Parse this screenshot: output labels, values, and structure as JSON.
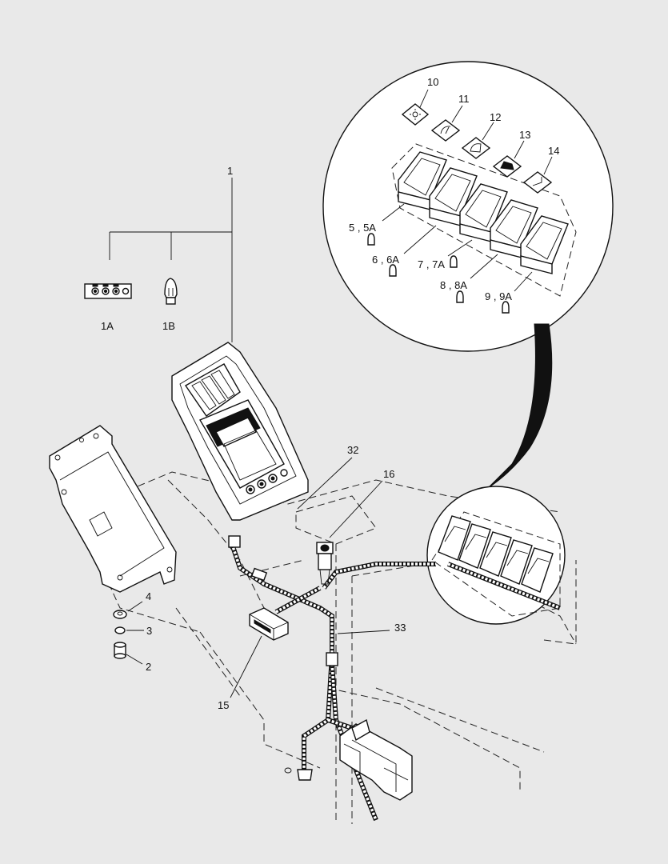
{
  "diagram": {
    "callouts": {
      "c1": "1",
      "c1a": "1A",
      "c1b": "1B",
      "c2": "2",
      "c3": "3",
      "c4": "4",
      "c5": "5 , 5A",
      "c6": "6 , 6A",
      "c7": "7 , 7A",
      "c8": "8 , 8A",
      "c9": "9 , 9A",
      "c10": "10",
      "c11": "11",
      "c12": "12",
      "c13": "13",
      "c14": "14",
      "c15": "15",
      "c16": "16",
      "c32": "32",
      "c33": "33"
    },
    "switch_symbols": [
      "sun-icon",
      "wiper-front-icon",
      "wiper-rear-icon",
      "beacon-icon",
      "horn-icon"
    ]
  }
}
